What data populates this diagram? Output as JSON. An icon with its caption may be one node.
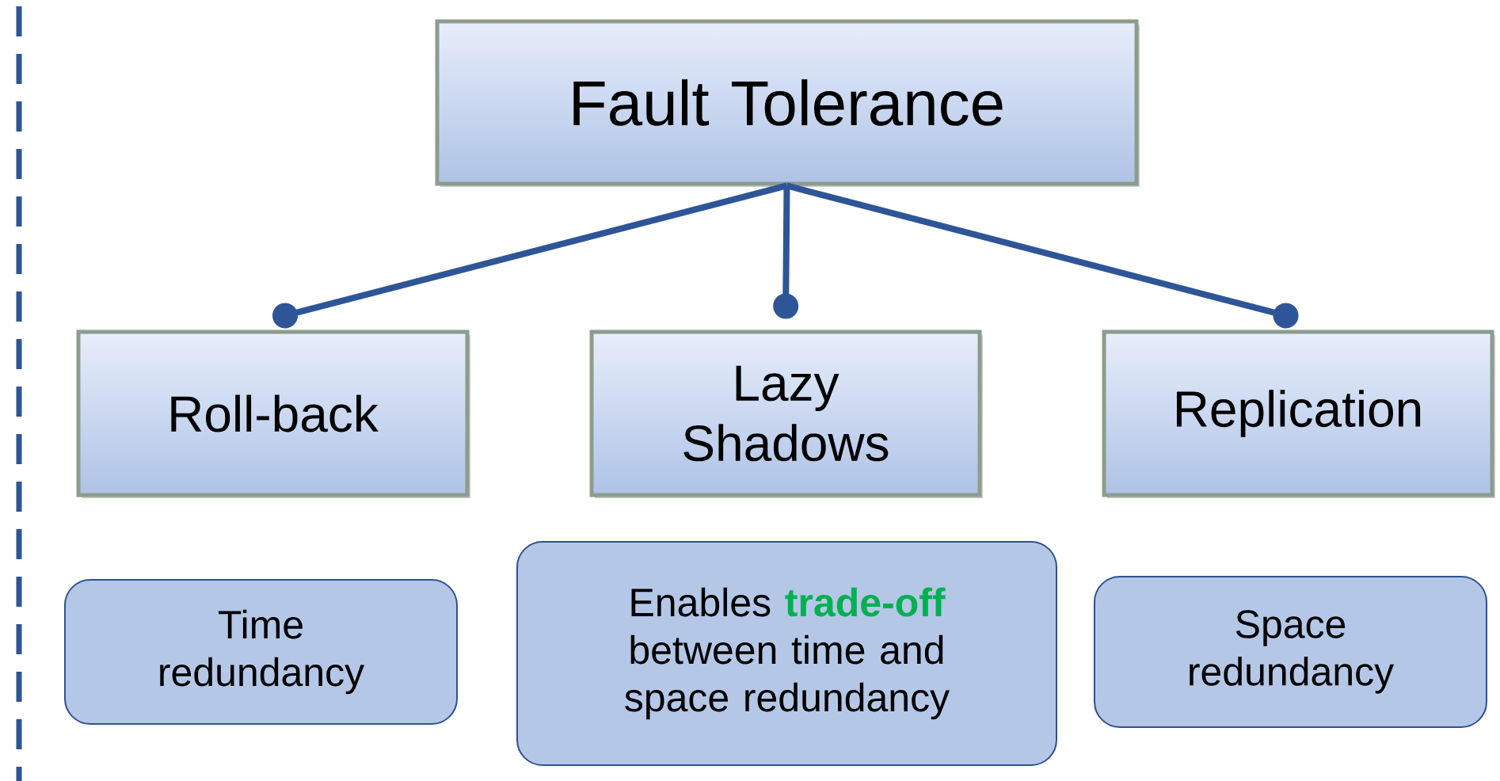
{
  "diagram": {
    "nodes": [
      {
        "text": [
          "Fault Tolerance"
        ]
      },
      {
        "text": [
          "Roll-back"
        ]
      },
      {
        "text": [
          "Lazy Shadows"
        ]
      },
      {
        "text": [
          "Replication"
        ]
      },
      {
        "text": [
          "Time redundancy"
        ]
      },
      {
        "text": [
          "Enables **trade-off** between time and space redundancy"
        ]
      },
      {
        "text": [
          "Space redundancy"
        ]
      }
    ],
    "edges": [
      {
        "from": 0,
        "to": 1,
        "arrow": "other"
      },
      {
        "from": 0,
        "to": 2,
        "arrow": "other"
      },
      {
        "from": 0,
        "to": 3,
        "arrow": "other"
      }
    ]
  }
}
